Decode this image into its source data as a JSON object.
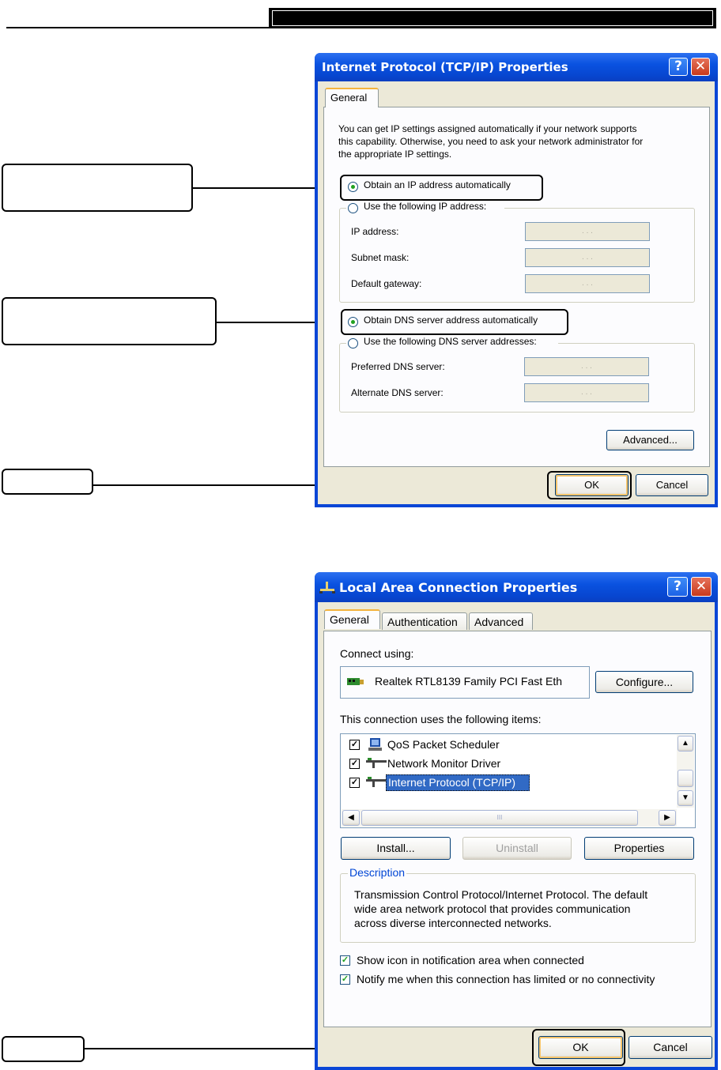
{
  "tcpip_dialog": {
    "title": "Internet Protocol (TCP/IP) Properties",
    "help_glyph": "?",
    "close_glyph": "✕",
    "tab_general": "General",
    "info_line1": "You can get IP settings assigned automatically if your network supports",
    "info_line2": "this capability. Otherwise, you need to ask your network administrator for",
    "info_line3": "the appropriate IP settings.",
    "obtain_ip": "Obtain an IP address automatically",
    "use_ip": "Use the following IP address:",
    "ip_address": "IP address:",
    "subnet_mask": "Subnet mask:",
    "default_gateway": "Default gateway:",
    "obtain_dns": "Obtain DNS server address automatically",
    "use_dns": "Use the following DNS server addresses:",
    "preferred_dns": "Preferred DNS server:",
    "alternate_dns": "Alternate DNS server:",
    "ip_placeholder": ".       .       .",
    "advanced": "Advanced...",
    "ok": "OK",
    "cancel": "Cancel",
    "selected_option_ip": "Obtain an IP address automatically",
    "selected_option_dns": "Obtain DNS server address automatically"
  },
  "lan_dialog": {
    "title": "Local Area Connection Properties",
    "help_glyph": "?",
    "close_glyph": "✕",
    "tabs": [
      "General",
      "Authentication",
      "Advanced"
    ],
    "connect_using": "Connect using:",
    "adapter": "Realtek RTL8139 Family PCI Fast Eth",
    "configure": "Configure...",
    "items_label": "This connection uses the following items:",
    "items": [
      {
        "label": "QoS Packet Scheduler",
        "checked": true,
        "icon": "qos-icon"
      },
      {
        "label": "Network Monitor Driver",
        "checked": true,
        "icon": "protocol-icon"
      },
      {
        "label": "Internet Protocol (TCP/IP)",
        "checked": true,
        "icon": "protocol-icon",
        "selected": true
      }
    ],
    "install": "Install...",
    "uninstall": "Uninstall",
    "properties": "Properties",
    "description_legend": "Description",
    "description_line1": "Transmission Control Protocol/Internet Protocol. The default",
    "description_line2": "wide area network protocol that provides communication",
    "description_line3": "across diverse interconnected networks.",
    "show_icon": "Show icon in notification area when connected",
    "notify_me": "Notify me when this connection has limited or no connectivity",
    "ok": "OK",
    "cancel": "Cancel",
    "scroll_thumb_glyph": "III"
  },
  "colors": {
    "xp_blue": "#0a46d6",
    "dialog_face": "#ece9d8",
    "selection": "#316ac5",
    "radio_dot": "#21a121"
  }
}
